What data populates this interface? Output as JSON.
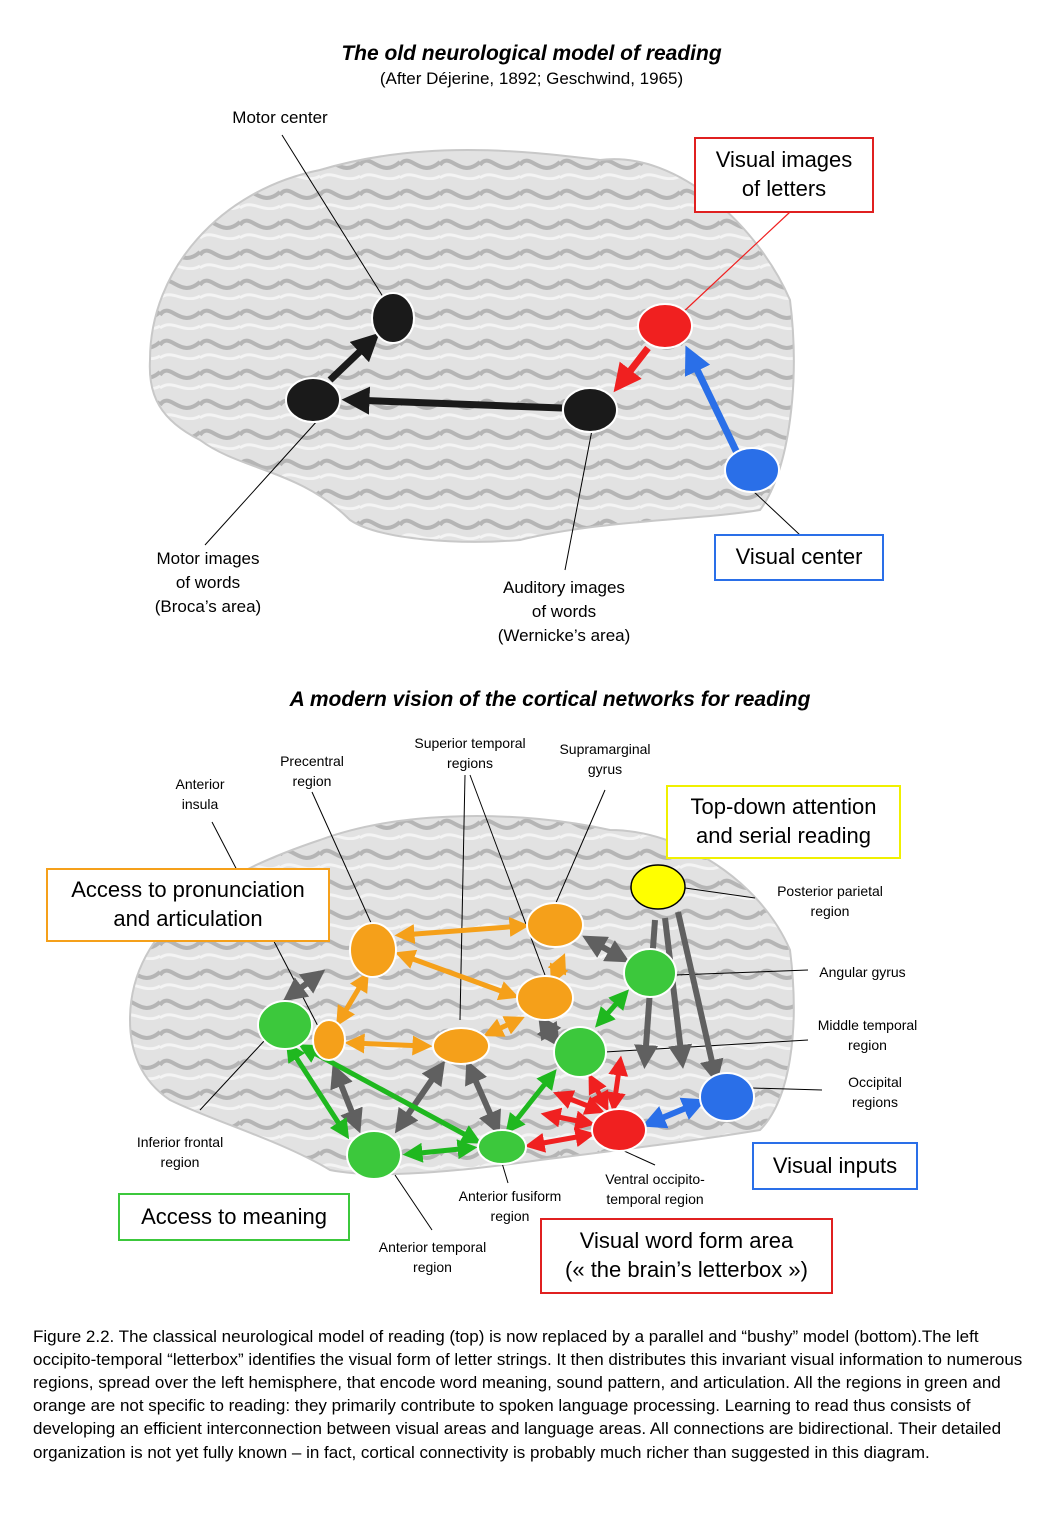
{
  "top": {
    "title": "The old neurological model of reading",
    "subtitle": "(After Déjerine, 1892; Geschwind, 1965)",
    "labels": {
      "motor_center": "Motor center",
      "motor_images_1": "Motor images",
      "motor_images_2": "of words",
      "motor_images_3": "(Broca’s area)",
      "auditory_1": "Auditory images",
      "auditory_2": "of words",
      "auditory_3": "(Wernicke’s area)"
    },
    "boxes": {
      "visual_images_1": "Visual images",
      "visual_images_2": "of letters",
      "visual_center": "Visual center"
    },
    "colors": {
      "black": "#1a1a1a",
      "red": "#f02020",
      "blue": "#2a6fe8"
    }
  },
  "bottom": {
    "title": "A modern vision of the cortical networks for reading",
    "labels": {
      "anterior_insula_1": "Anterior",
      "anterior_insula_2": "insula",
      "precentral_1": "Precentral",
      "precentral_2": "region",
      "sup_temporal_1": "Superior temporal",
      "sup_temporal_2": "regions",
      "supramarginal_1": "Supramarginal",
      "supramarginal_2": "gyrus",
      "post_parietal_1": "Posterior parietal",
      "post_parietal_2": "region",
      "angular": "Angular gyrus",
      "mid_temporal_1": "Middle temporal",
      "mid_temporal_2": "region",
      "occipital_1": "Occipital",
      "occipital_2": "regions",
      "inf_frontal_1": "Inferior frontal",
      "inf_frontal_2": "region",
      "ant_fusiform_1": "Anterior fusiform",
      "ant_fusiform_2": "region",
      "ventral_ot_1": "Ventral occipito-",
      "ventral_ot_2": "temporal region",
      "ant_temporal_1": "Anterior temporal",
      "ant_temporal_2": "region"
    },
    "boxes": {
      "pronunciation_1": "Access to pronunciation",
      "pronunciation_2": "and articulation",
      "topdown_1": "Top-down attention",
      "topdown_2": "and serial reading",
      "meaning": "Access to meaning",
      "visual_inputs": "Visual inputs",
      "vwfa_1": "Visual word form area",
      "vwfa_2": "(« the brain’s letterbox »)"
    },
    "colors": {
      "orange": "#f5a01a",
      "green": "#3cc83c",
      "red": "#f02020",
      "blue": "#2a6fe8",
      "yellow": "#ffff00",
      "gray": "#606060"
    }
  },
  "caption": "Figure 2.2. The classical neurological model of reading (top) is now replaced by a parallel and “bushy” model (bottom).The left occipito-temporal “letterbox” identifies the visual form of letter strings. It then distributes this invariant visual information to numerous regions, spread over the left hemisphere, that encode word meaning, sound pattern, and articulation. All the regions in green and orange are not specific to reading: they primarily contribute to spoken language processing. Learning to read thus consists of developing an efficient interconnection between visual areas and language areas. All connections are bidirectional. Their detailed organization is not yet fully known – in fact, cortical connectivity is probably much richer than suggested in this diagram."
}
